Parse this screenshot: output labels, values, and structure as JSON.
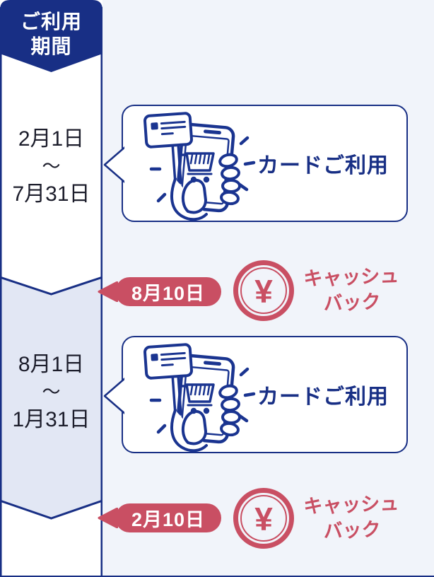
{
  "colors": {
    "navy": "#182f85",
    "rose": "#c94f63",
    "page_bg": "#f1f4fa",
    "lavender_section": "#e2e7f4",
    "date_text": "#1c1d2b"
  },
  "timeline": {
    "header": {
      "line1": "ご利用",
      "line2": "期間"
    },
    "periods": [
      {
        "start": "2月1日",
        "tilde": "〜",
        "end": "7月31日"
      },
      {
        "start": "8月1日",
        "tilde": "〜",
        "end": "1月31日"
      }
    ]
  },
  "events": [
    {
      "bubble_label": "カードご利用",
      "badge_date": "8月10日",
      "coin_symbol": "¥",
      "cashback_line1": "キャッシュ",
      "cashback_line2": "バック"
    },
    {
      "bubble_label": "カードご利用",
      "badge_date": "2月10日",
      "coin_symbol": "¥",
      "cashback_line1": "キャッシュ",
      "cashback_line2": "バック"
    }
  ]
}
